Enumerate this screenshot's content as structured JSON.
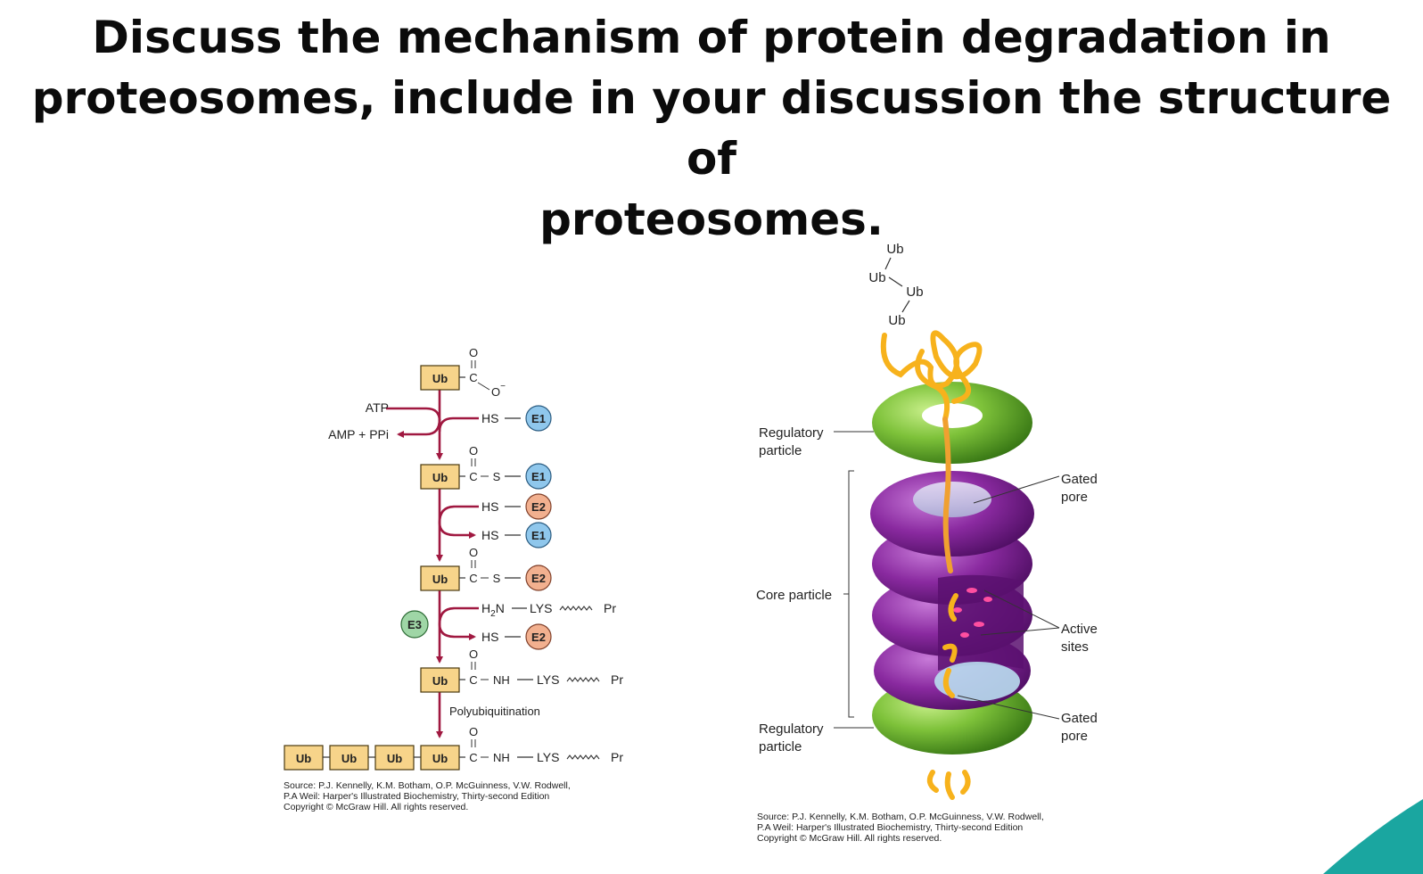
{
  "slide": {
    "title_lines": [
      "Discuss the mechanism of protein degradation in",
      "proteosomes, include in your discussion the structure of",
      "proteosomes."
    ],
    "accent_color": "#1aa6a0"
  },
  "left_figure": {
    "ub": "Ub",
    "o": "O",
    "c": "C",
    "o_minus": "O",
    "minus": "−",
    "atp": "ATP",
    "amp_ppi": "AMP + PPi",
    "hs": "HS",
    "s": "S",
    "e1": "E1",
    "e2": "E2",
    "e3": "E3",
    "h2n": "H",
    "h2n_sub": "2",
    "h2n_n": "N",
    "lys": "LYS",
    "nh": "NH",
    "pr": "Pr",
    "polyubiquitination": "Polyubiquitination",
    "source_lines": [
      "Source: P.J. Kennelly, K.M. Botham, O.P. McGuinness, V.W. Rodwell,",
      "P.A Weil: Harper's Illustrated Biochemistry, Thirty-second Edition",
      "Copyright © McGraw Hill. All rights reserved."
    ]
  },
  "right_figure": {
    "ub": "Ub",
    "regulatory_particle_lines": [
      "Regulatory",
      "particle"
    ],
    "core_particle": "Core particle",
    "gated_pore_lines": [
      "Gated",
      "pore"
    ],
    "active_sites_lines": [
      "Active",
      "sites"
    ],
    "source_lines": [
      "Source: P.J. Kennelly, K.M. Botham, O.P. McGuinness, V.W. Rodwell,",
      "P.A Weil: Harper's Illustrated Biochemistry, Thirty-second Edition",
      "Copyright © McGraw Hill. All rights reserved."
    ]
  }
}
